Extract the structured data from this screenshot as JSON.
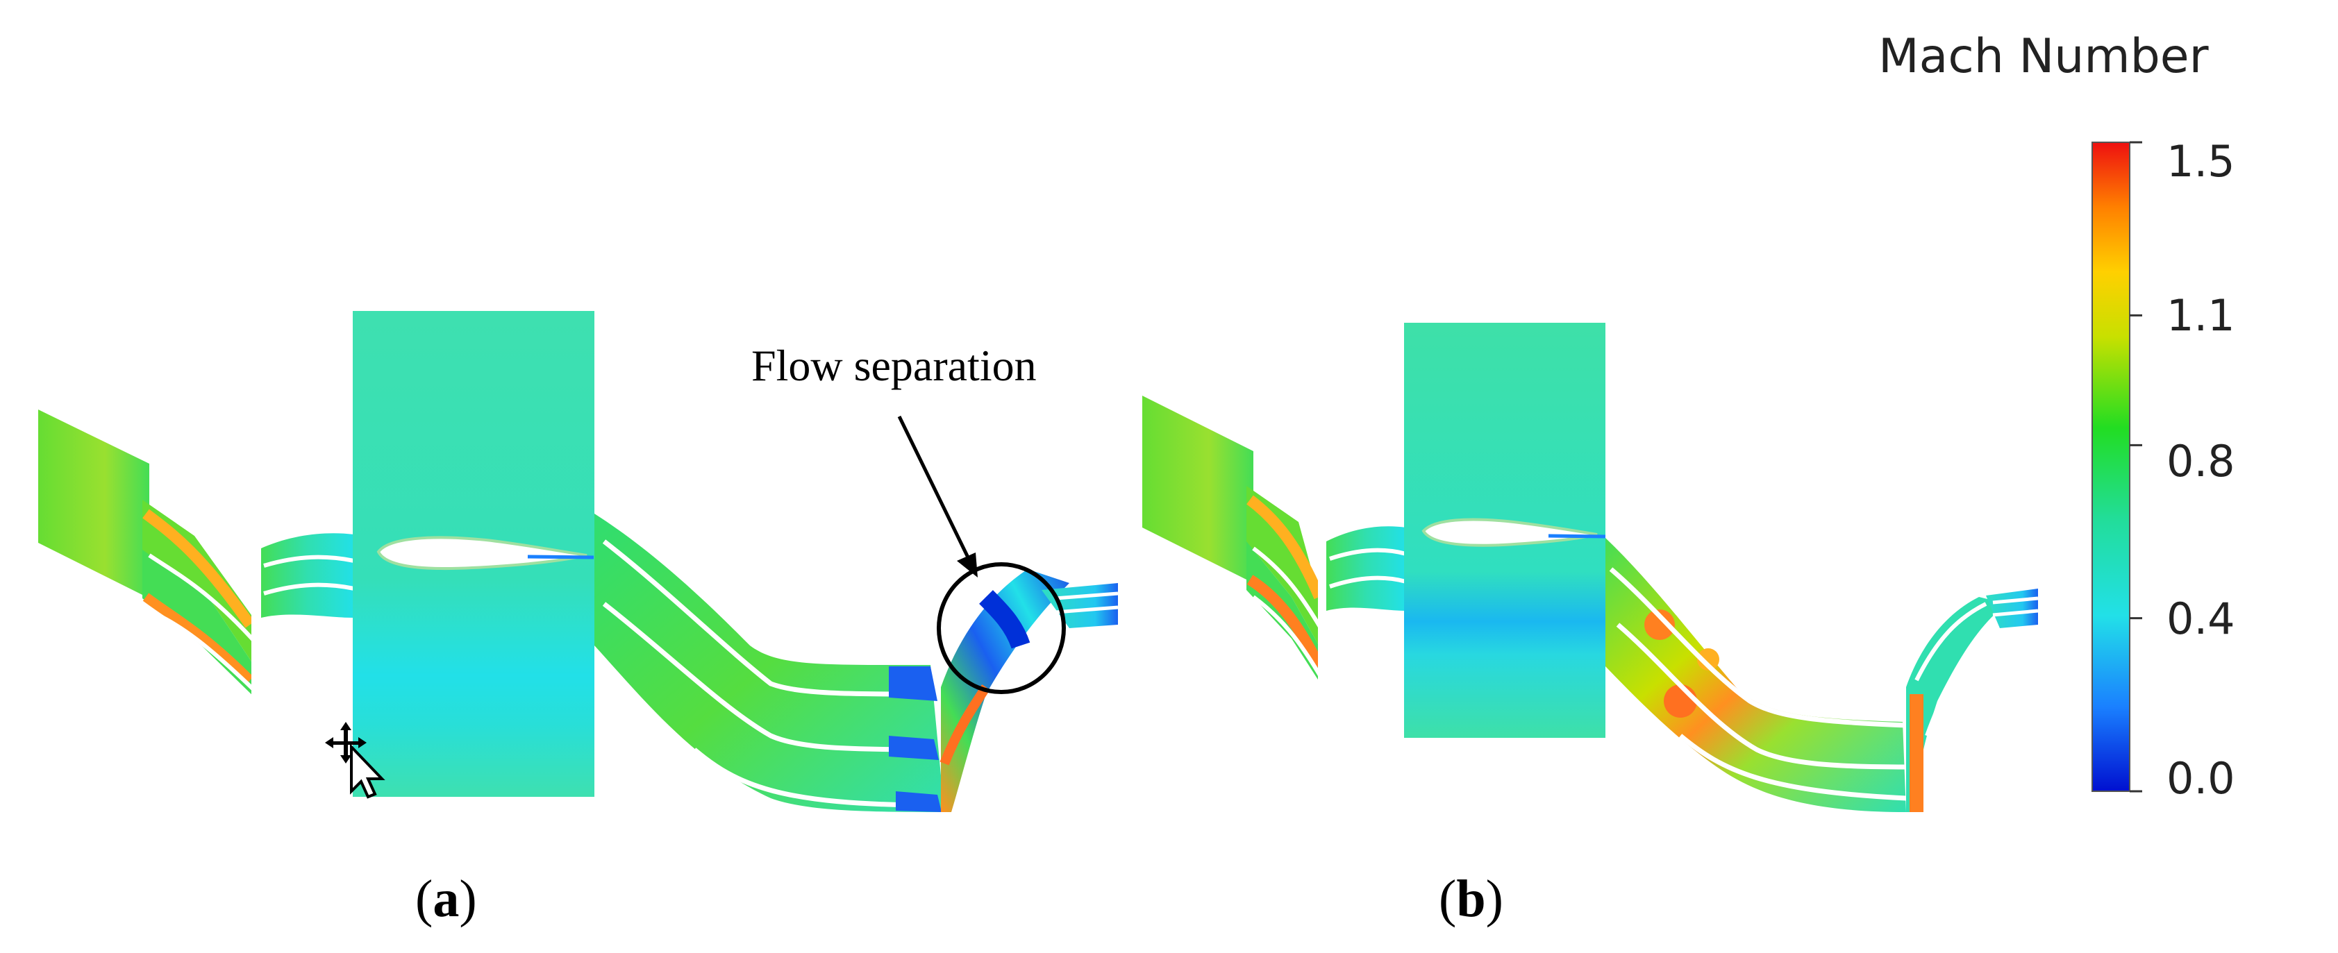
{
  "annotation": {
    "text": "Flow separation"
  },
  "panels": [
    {
      "label": "a"
    },
    {
      "label": "b"
    }
  ],
  "colorbar": {
    "title": "Mach Number",
    "ticks": [
      "1.5",
      "1.1",
      "0.8",
      "0.4",
      "0.0"
    ],
    "tick_values": [
      1.5,
      1.1,
      0.8,
      0.4,
      0.0
    ],
    "range": [
      0.0,
      1.5
    ],
    "colors": [
      "#0010d0",
      "#1aa0ff",
      "#22e0e8",
      "#22dd88",
      "#22dd22",
      "#c8e000",
      "#ffd000",
      "#ff8000",
      "#ee1010"
    ]
  },
  "icons": {
    "cursor": "move-cursor-icon"
  }
}
